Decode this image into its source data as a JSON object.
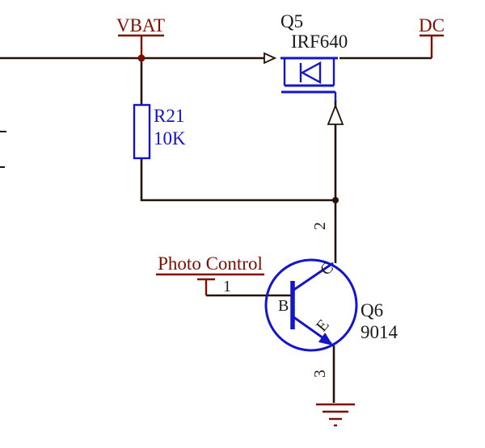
{
  "colors": {
    "background": "#ffffff",
    "wire": "#241309",
    "symbol": "#1414cc",
    "port": "#7f0d00",
    "ink": "#1a1a1a"
  },
  "ports": {
    "vbat": "VBAT",
    "dc": "DC",
    "photo_control": "Photo Control"
  },
  "components": {
    "q5": {
      "designator": "Q5",
      "part": "IRF640"
    },
    "r21": {
      "designator": "R21",
      "value": "10K"
    },
    "q6": {
      "designator": "Q6",
      "part": "9014",
      "pin_letters": {
        "b": "B",
        "c": "C",
        "e": "E"
      }
    }
  },
  "pins": {
    "base": "1",
    "collector": "2",
    "emitter": "3"
  }
}
